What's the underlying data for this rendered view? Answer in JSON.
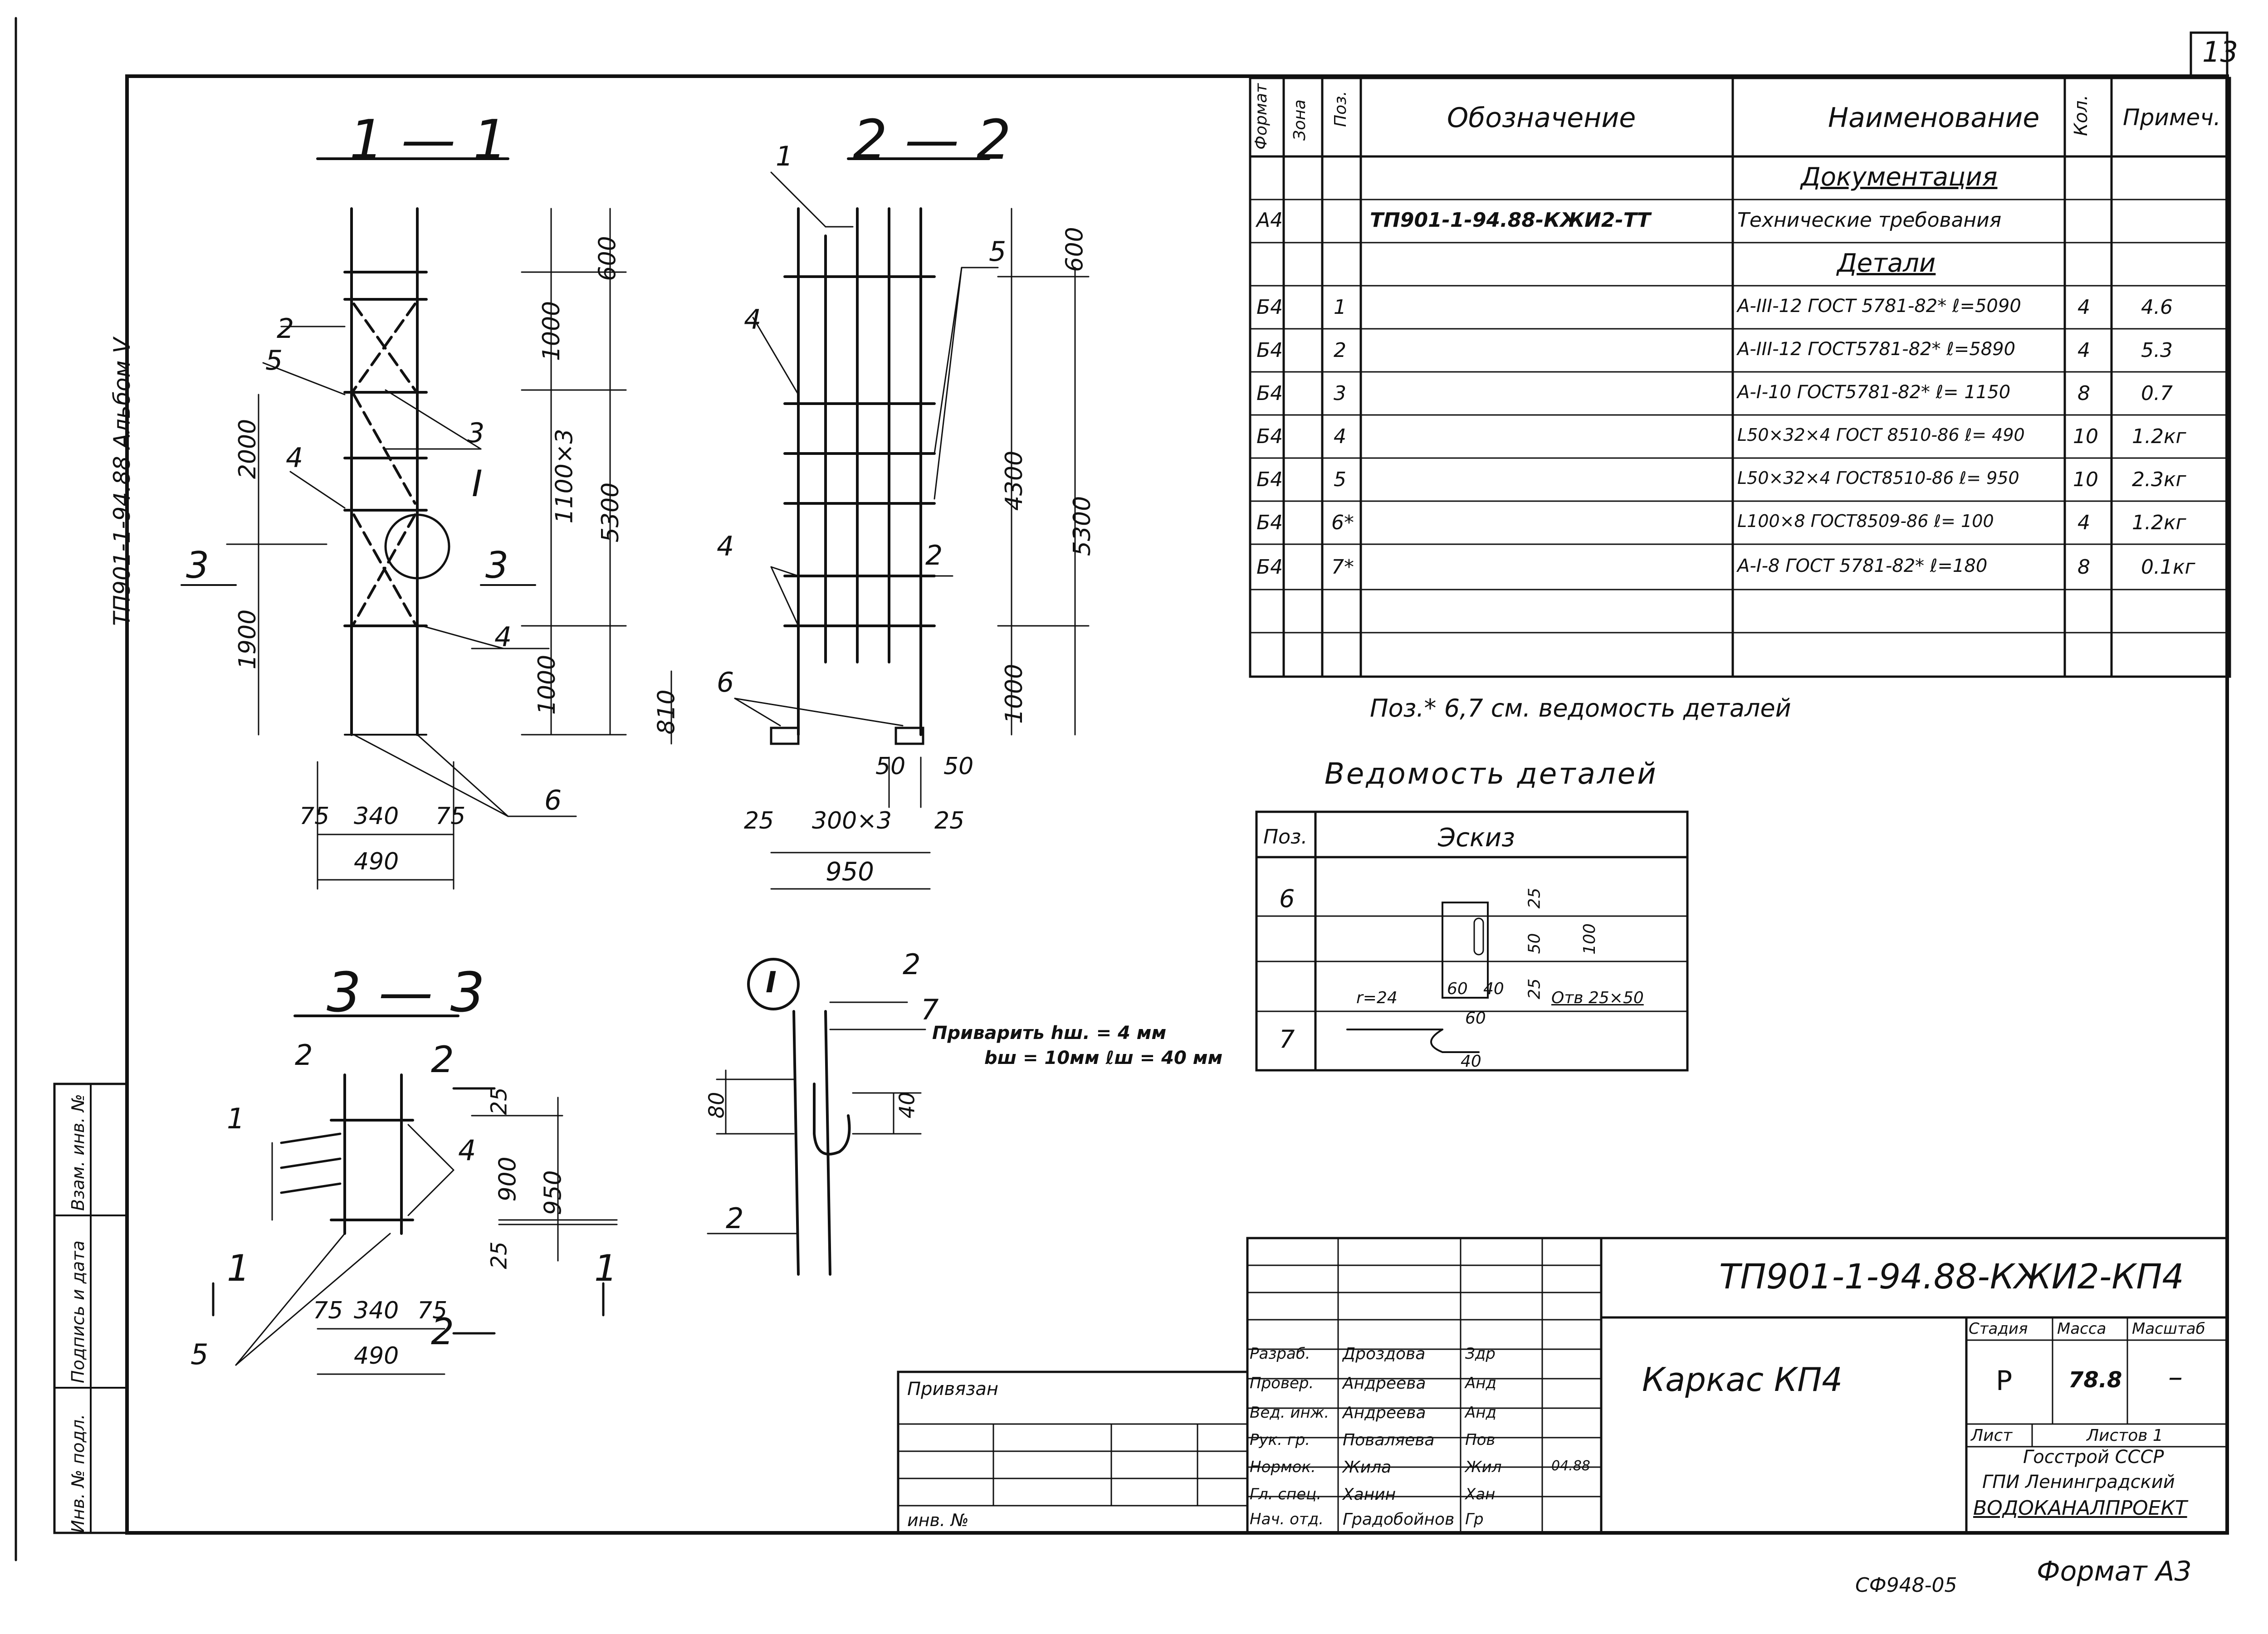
{
  "sheet_number": "13",
  "side_label": "ТП901-1-94.88 Альбом V",
  "left_stamp": {
    "cells": [
      "Инв. № подл.",
      "Подпись и дата",
      "Взам. инв. №"
    ]
  },
  "sections": {
    "s11": "1 — 1",
    "s22": "2 — 2",
    "s33": "3 — 3",
    "detail_I": "I"
  },
  "section_1_1_dims": {
    "d600": "600",
    "d1000": "1000",
    "d1100x3": "1100×3",
    "d5300": "5300",
    "d2000": "2000",
    "d1900": "1900",
    "d1000b": "1000",
    "d75a": "75",
    "d340": "340",
    "d75b": "75",
    "d490": "490",
    "cut3_left": "3",
    "cut3_right": "3",
    "callout_I": "I",
    "pos2": "2",
    "pos5": "5",
    "pos4": "4",
    "pos3": "3",
    "pos4b": "4",
    "pos6": "6"
  },
  "section_2_2_dims": {
    "pos1": "1",
    "pos5": "5",
    "pos4": "4",
    "pos4b": "4",
    "pos2": "2",
    "pos6": "6",
    "d600": "600",
    "d4300": "4300",
    "d5300": "5300",
    "d1000": "1000",
    "d810": "810",
    "d50a": "50",
    "d50b": "50",
    "d25a": "25",
    "d300x3": "300×3",
    "d25b": "25",
    "d950": "950"
  },
  "section_3_3_dims": {
    "pos2": "2",
    "pos1": "1",
    "pos4": "4",
    "pos5": "5",
    "cut2_top": "2",
    "cut2_bottom": "2",
    "cut1_left": "1",
    "cut1_right": "1",
    "d25a": "25",
    "d900": "900",
    "d950": "950",
    "d25b": "25",
    "d75a": "75",
    "d340": "340",
    "d75b": "75",
    "d490": "490"
  },
  "detail_I_dims": {
    "pos2_top": "2",
    "pos7": "7",
    "pos2_bottom": "2",
    "d80": "80",
    "d40": "40",
    "weld_note_1": "Приварить hш. = 4 мм",
    "weld_note_2": "bш = 10мм ℓш = 40 мм"
  },
  "spec_table": {
    "headers": [
      "Формат",
      "Зона",
      "Поз.",
      "Обозначение",
      "Наименование",
      "Кол.",
      "Примеч."
    ],
    "section_docs": "Документация",
    "section_parts": "Детали",
    "rows": [
      {
        "fmt": "А4",
        "zone": "",
        "pos": "",
        "code": "ТП901-1-94.88-КЖИ2-ТТ",
        "name": "Технические  требования",
        "qty": "",
        "note": ""
      },
      {
        "fmt": "Б4",
        "zone": "",
        "pos": "1",
        "code": "",
        "name": "A-III-12  ГОСТ 5781-82* ℓ=5090",
        "qty": "4",
        "note": "4.6"
      },
      {
        "fmt": "Б4",
        "zone": "",
        "pos": "2",
        "code": "",
        "name": "A-III-12  ГОСТ5781-82* ℓ=5890",
        "qty": "4",
        "note": "5.3"
      },
      {
        "fmt": "Б4",
        "zone": "",
        "pos": "3",
        "code": "",
        "name": "A-I-10  ГОСТ5781-82* ℓ= 1150",
        "qty": "8",
        "note": "0.7"
      },
      {
        "fmt": "Б4",
        "zone": "",
        "pos": "4",
        "code": "",
        "name": "L50×32×4 ГОСТ 8510-86 ℓ= 490",
        "qty": "10",
        "note": "1.2кг"
      },
      {
        "fmt": "Б4",
        "zone": "",
        "pos": "5",
        "code": "",
        "name": "L50×32×4 ГОСТ8510-86 ℓ= 950",
        "qty": "10",
        "note": "2.3кг"
      },
      {
        "fmt": "Б4",
        "zone": "",
        "pos": "6*",
        "code": "",
        "name": "L100×8  ГОСТ8509-86 ℓ= 100",
        "qty": "4",
        "note": "1.2кг"
      },
      {
        "fmt": "Б4",
        "zone": "",
        "pos": "7*",
        "code": "",
        "name": "A-I-8  ГОСТ 5781-82* ℓ=180",
        "qty": "8",
        "note": "0.1кг"
      }
    ],
    "footnote": "Поз.* 6,7  см.  ведомость  деталей"
  },
  "details_list": {
    "title": "Ведомость  деталей",
    "header_pos": "Поз.",
    "header_sketch": "Эскиз",
    "rows": [
      "6",
      "7"
    ],
    "sketch6": {
      "d25": "25",
      "d50": "50",
      "d100": "100",
      "d25b": "25",
      "d60": "60",
      "d40": "40",
      "note": "Отв 25×50"
    },
    "sketch7": {
      "r": "r=24",
      "d60": "60",
      "d40": "40"
    }
  },
  "title_block": {
    "designation": "ТП901-1-94.88-КЖИ2-КП4",
    "name": "Каркас  КП4",
    "stadia_label": "Стадия",
    "mass_label": "Масса",
    "scale_label": "Масштаб",
    "stadia": "Р",
    "mass": "78.8",
    "scale": "–",
    "sheet_label": "Лист",
    "sheets_label": "Листов 1",
    "org_1": "Госстрой СССР",
    "org_2": "ГПИ Ленинградский",
    "org_3": "ВОДОКАНАЛПРОЕКТ",
    "roles": [
      {
        "role": "Разраб.",
        "name": "Дроздова",
        "sign": "Здр"
      },
      {
        "role": "Провер.",
        "name": "Андреева",
        "sign": "Анд"
      },
      {
        "role": "Вед. инж.",
        "name": "Андреева",
        "sign": "Анд"
      },
      {
        "role": "Рук. гр.",
        "name": "Поваляева",
        "sign": "Пов"
      },
      {
        "role": "Нормок.",
        "name": "Жила",
        "sign": "Жил"
      },
      {
        "role": "Гл. спец.",
        "name": "Ханин",
        "sign": "Хан"
      },
      {
        "role": "Нач. отд.",
        "name": "Градобойнов",
        "sign": "Гр"
      }
    ],
    "norm_date": "04.88",
    "bound_label": "Привязан",
    "inv_label": "инв. №"
  },
  "bottom_notes": {
    "format": "Формат  А3",
    "code": "СФ948-05"
  }
}
